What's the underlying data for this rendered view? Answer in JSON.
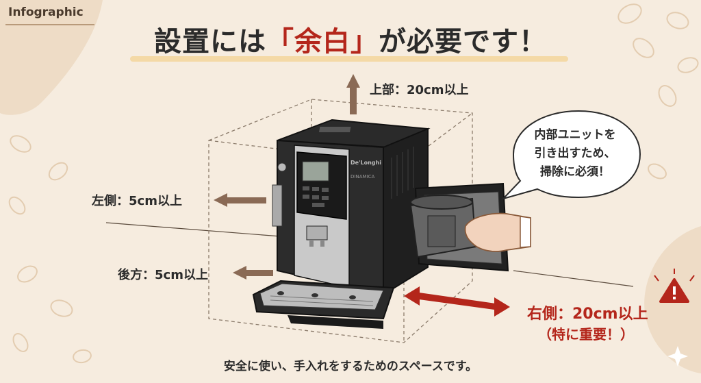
{
  "tag": "Infographic",
  "title": {
    "pre": "設置には",
    "highlight": "「余白」",
    "post": "が必要です！"
  },
  "clearances": {
    "top": "上部：20cm以上",
    "left": "左側：5cm以上",
    "back": "後方：5cm以上",
    "right": "右側：20cm以上",
    "right_note": "（特に重要！）"
  },
  "bubble": {
    "line1": "内部ユニットを",
    "line2": "引き出すため、",
    "line3": "掃除に必須！"
  },
  "machine_logo": {
    "brand": "De'Longhi",
    "model": "DINAMICA"
  },
  "warning_icon": "exclamation-icon",
  "footer": "安全に使い、手入れをするためのスペースです。",
  "colors": {
    "accent": "#b4261b",
    "arrow": "#8a6a55",
    "background": "#f6ecdf"
  }
}
